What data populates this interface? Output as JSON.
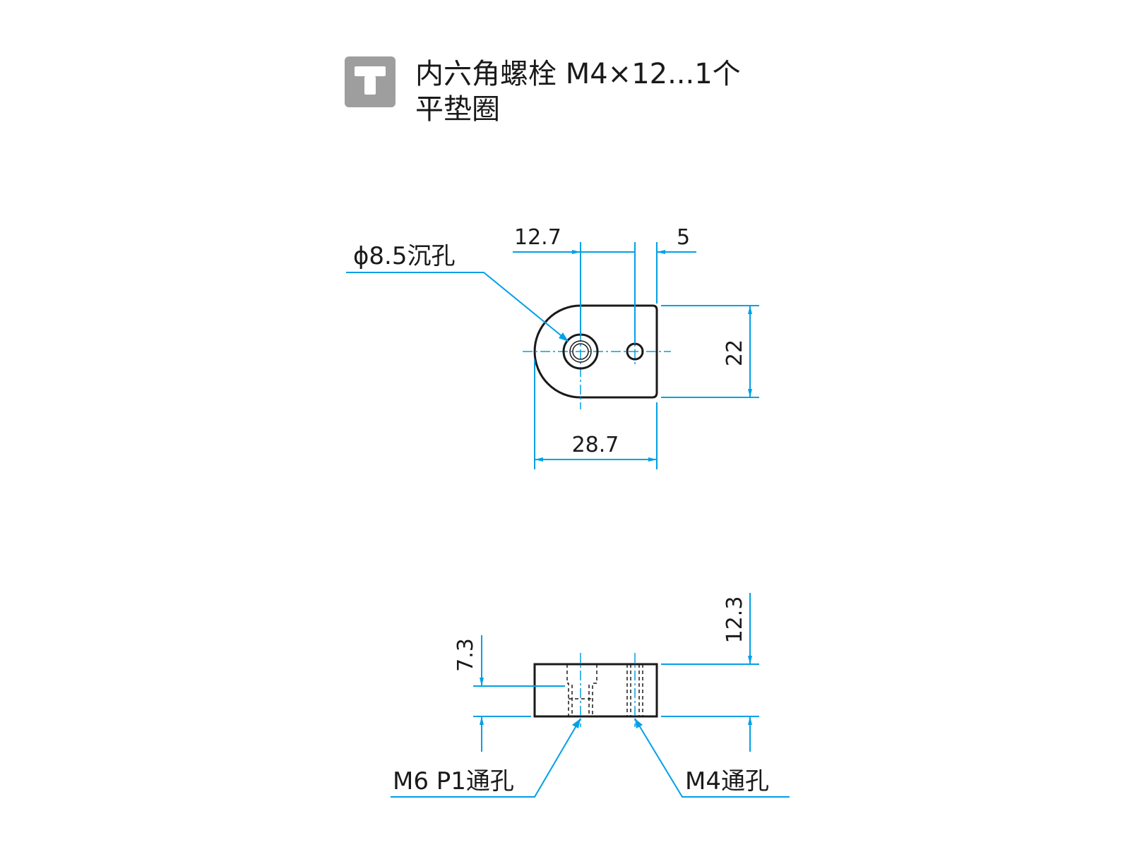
{
  "header": {
    "icon": "bolt-icon",
    "line1": "内六角螺栓 M4×12...1个",
    "line2": "平垫圈"
  },
  "top_view": {
    "dim_hole_spacing": "12.7",
    "dim_edge": "5",
    "dim_height": "22",
    "dim_width": "28.7",
    "label_counterbore": "ϕ8.5沉孔"
  },
  "side_view": {
    "dim_hole_depth": "7.3",
    "dim_thickness": "12.3",
    "label_m6": "M6 P1通孔",
    "label_m4": "M4通孔"
  },
  "colors": {
    "dimension": "#00a0e6",
    "outline": "#1a1a1a",
    "icon_bg": "#9e9e9e"
  }
}
